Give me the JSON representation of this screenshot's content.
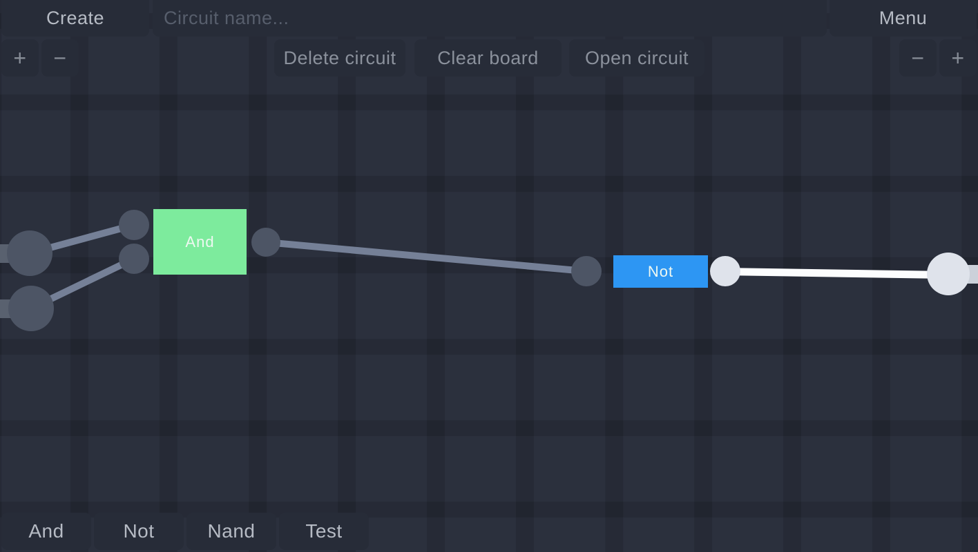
{
  "topbar": {
    "create_label": "Create",
    "circuit_name_placeholder": "Circuit name...",
    "menu_label": "Menu",
    "delete_circuit_label": "Delete circuit",
    "clear_board_label": "Clear board",
    "open_circuit_label": "Open circuit",
    "zoom_in_label": "+",
    "zoom_out_label": "−"
  },
  "circuit": {
    "gates": [
      {
        "label": "And",
        "state_color": "#7deb9d"
      },
      {
        "label": "Not",
        "state_color": "#2d96f3"
      }
    ],
    "node_count_off": 6,
    "node_count_on": 2,
    "wire_count": 4
  },
  "palette": {
    "items": [
      {
        "label": "And"
      },
      {
        "label": "Not"
      },
      {
        "label": "Nand"
      },
      {
        "label": "Test"
      }
    ]
  },
  "colors": {
    "background": "#2b303d",
    "button_bg": "#272c38",
    "button_text": "#b6bbc4",
    "dim_text": "#8b919c",
    "placeholder_text": "#575e6c",
    "gate_and_green": "#7deb9d",
    "gate_not_blue": "#2d96f3",
    "wire_off": "#758097",
    "wire_on": "#fcfdfe",
    "node_off": "#4d5565",
    "node_on": "#dfe3eb",
    "stub_off": "#59616f",
    "stub_on": "#ccd1da"
  }
}
